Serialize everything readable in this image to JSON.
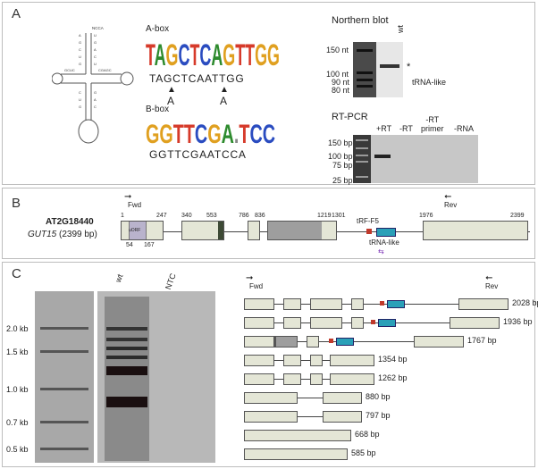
{
  "panels": {
    "a": "A",
    "b": "B",
    "c": "C"
  },
  "panel_a": {
    "trna_cca": "NCCA",
    "a_box_title": "A-box",
    "a_box_logo": "TAGCTCAGTTGG",
    "a_box_seq": "TAGCTCAATTGG",
    "a_box_sub1": "A",
    "a_box_sub2": "A",
    "b_box_title": "B-box",
    "b_box_logo": "GGTTCGA.TCC",
    "b_box_seq": "GGTTCGAATCCA",
    "northern": {
      "title": "Northern blot",
      "lane": "wt",
      "markers": [
        "150 nt",
        "100 nt",
        "90 nt",
        "80 nt"
      ],
      "star": "*",
      "band_label": "tRNA-like"
    },
    "rtpcr": {
      "title": "RT-PCR",
      "lanes": [
        "+RT",
        "-RT",
        "-RT\nprimer",
        "-RNA"
      ],
      "markers": [
        "150 bp",
        "100 bp",
        "75 bp",
        "25 bp"
      ]
    }
  },
  "panel_b": {
    "gene_id": "AT2G18440",
    "gene_name": "GUT15",
    "gene_size": "(2399 bp)",
    "fwd": "Fwd",
    "rev": "Rev",
    "positions": [
      "1",
      "247",
      "340",
      "553",
      "786",
      "836",
      "1219",
      "1301",
      "1976",
      "2399"
    ],
    "uorf": "uORF",
    "uorf_start": "54",
    "uorf_end": "167",
    "trf": "tRF-F5",
    "trna_like": "tRNA-like"
  },
  "panel_c": {
    "ladder": [
      "2.0 kb",
      "1.5 kb",
      "1.0 kb",
      "0.7 kb",
      "0.5 kb"
    ],
    "lanes": [
      "wt",
      "NTC"
    ],
    "fwd": "Fwd",
    "rev": "Rev",
    "isoforms": [
      "2028 bp",
      "1936 bp",
      "1767 bp",
      "1354 bp",
      "1262 bp",
      "880 bp",
      "797 bp",
      "668 bp",
      "585 bp"
    ]
  }
}
